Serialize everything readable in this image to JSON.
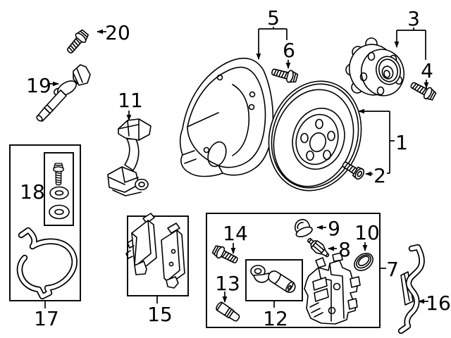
{
  "diagram": {
    "background_color": "#ffffff",
    "line_color": "#000000"
  },
  "callouts": {
    "c1": "1",
    "c2": "2",
    "c3": "3",
    "c4": "4",
    "c5": "5",
    "c6": "6",
    "c7": "7",
    "c8": "8",
    "c9": "9",
    "c10": "10",
    "c11": "11",
    "c12": "12",
    "c13": "13",
    "c14": "14",
    "c15": "15",
    "c16": "16",
    "c17": "17",
    "c18": "18",
    "c19": "19",
    "c20": "20"
  }
}
